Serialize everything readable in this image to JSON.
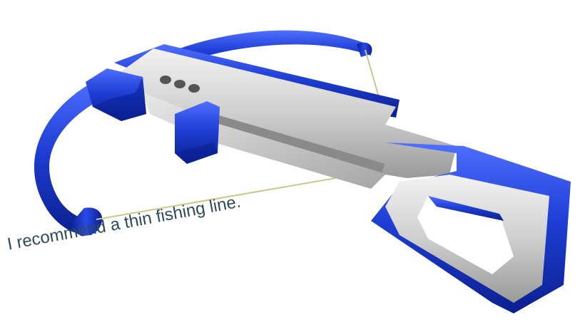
{
  "caption": "I recommend a thin fishing line.",
  "colors": {
    "background": "#ffffff",
    "caption_text": "#2f4a5c",
    "blue_part": "#1f3fd6",
    "blue_shadow": "#0a1f8f",
    "silver_part": "#c9c9c9",
    "string": "#c8c88a"
  },
  "scene": {
    "object": "3d-printed crossbow render",
    "parts": [
      "bow-limbs",
      "stock",
      "trigger",
      "grip",
      "string"
    ]
  }
}
